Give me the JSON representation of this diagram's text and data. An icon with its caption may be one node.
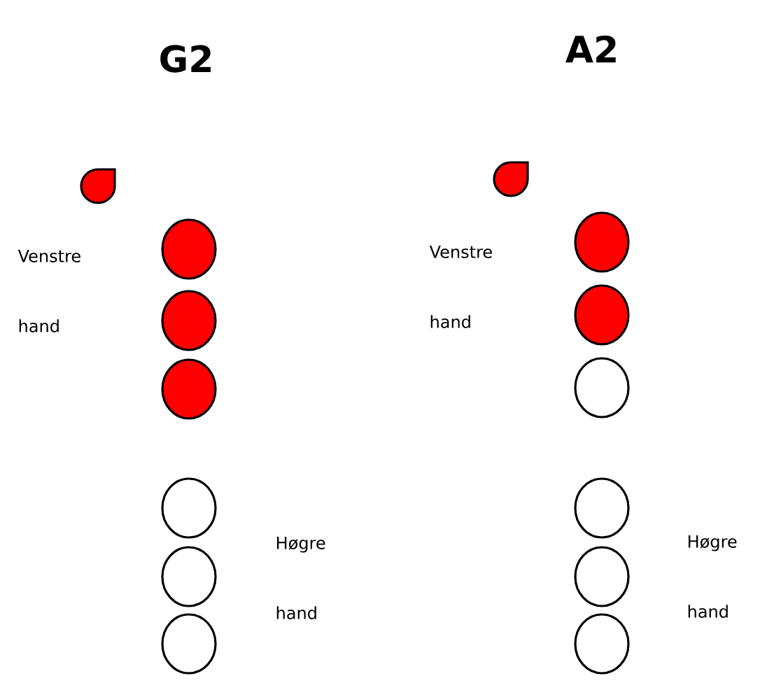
{
  "diagram": {
    "nodes": [
      {
        "text": [],
        "shape": "drop"
      },
      {
        "text": [],
        "shape": "dot"
      },
      {
        "text": [],
        "shape": "dot"
      },
      {
        "text": [],
        "shape": "dot"
      },
      {
        "text": [],
        "shape": "circle"
      },
      {
        "text": [],
        "shape": "circle"
      },
      {
        "text": [],
        "shape": "circle"
      },
      {
        "text": [],
        "shape": "drop"
      },
      {
        "text": [],
        "shape": "dot"
      },
      {
        "text": [],
        "shape": "dot"
      },
      {
        "text": [],
        "shape": "circle"
      },
      {
        "text": [],
        "shape": "circle"
      },
      {
        "text": [],
        "shape": "circle"
      },
      {
        "text": [],
        "shape": "circle"
      }
    ],
    "labels": [
      "G2",
      "A2",
      "Venstre hand",
      "Høgre hand",
      "Venstre hand",
      "Høgre hand"
    ]
  }
}
